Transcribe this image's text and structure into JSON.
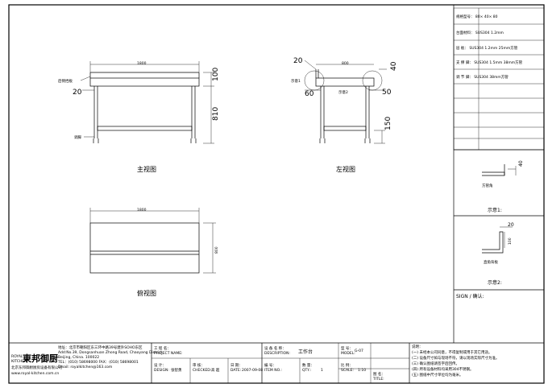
{
  "side_table": {
    "rows": [
      {
        "key": "r0",
        "text": "规格型号：   80×    40×    80"
      },
      {
        "key": "r1",
        "text": "台面材料：  SUS304 1.2mm"
      },
      {
        "key": "r2",
        "text": "层    板：  SUS304 1.2mm 25mm方管"
      },
      {
        "key": "r3",
        "text": "支 撑 脚：  SUS304 1.5mm 38mm方管"
      },
      {
        "key": "r4",
        "text": "调 节 脚：  SUS304  38mm方管"
      }
    ]
  },
  "views": {
    "front": {
      "title": "主视图",
      "label_backsplash": "后侧挡板",
      "label_foot": "调脚",
      "dim_width": "1800",
      "dim_20": "20",
      "dim_100": "100",
      "dim_810": "810"
    },
    "left": {
      "title": "左视图",
      "dim_top_20": "20",
      "dim_top": "800",
      "dim_40": "40",
      "dim_60": "60",
      "dim_50": "50",
      "dim_150": "150",
      "callout_1": "示意1",
      "callout_2": "示意2"
    },
    "top": {
      "title": "俯视图",
      "dim_width": "1800",
      "dim_depth": "800"
    }
  },
  "details": {
    "detail1": {
      "dim": "40",
      "caption": "方管角",
      "title": "示意1:"
    },
    "detail2": {
      "dim_20": "20",
      "dim_100": "100",
      "caption": "直角背板",
      "title": "示意2:"
    }
  },
  "sign": {
    "label": "SIGN / 确认:"
  },
  "title_block": {
    "logo_royal": "ROYAL",
    "logo_kitchen": "KITCHEN",
    "logo_cn": "東邦御厨",
    "company_cn": "北京东邦御厨厨房设备有限公司",
    "addr_line1": "地址：北京市朝阳区东三环中路39号建外SOHO东区",
    "addr_line2": "Add:No.39, Dongsanhuan Zhong Road, Chaoyang District",
    "addr_line3": "Beijing, China. 100022",
    "tel_line": "TEL：(010) 58698000  FAX：(010) 58698001",
    "email_line": "Email: royalkitchen@163.com",
    "web_line": "www.royal-kitchen.com.cn",
    "project_label": "工 程 名：",
    "project_en": "PROJECT NAME:",
    "design_label": "设 计：",
    "design_en": "DESIGN:",
    "design_value": "张智勇",
    "check_label": "审 核：",
    "check_en": "CHECKED:",
    "check_value": "高 超",
    "date_label": "日 期：",
    "date_en": "DATE:",
    "date_value": "2007-09-08",
    "desc_label": "设 备 名 称：",
    "desc_en": "DESCRIPTION:",
    "desc_value": "工作台",
    "item_label": "编 号：",
    "item_en": "ITEM NO.:",
    "qty_label": "数 量：",
    "qty_en": "QTY.:",
    "qty_value": "1",
    "scale_label": "比 例：",
    "scale_en": "SCALE:",
    "scale_value": "1:10",
    "model_label": "型 号：",
    "model_en": "MODEL:",
    "model_value": "G-07",
    "title_label": "图 名：",
    "title_en": "TITLE:",
    "notes_label": "说明：",
    "notes": [
      "(一) 未经本公司同意，不得复制或用于其它用途。",
      "(二) 设备尺寸如与现场不符，请以现场实际尺寸为准。",
      "(三) 确认图纸请签字后回传。",
      "(四) 所有设备材料均采用304不锈钢。",
      "(五) 图纸中尺寸单位均为毫米。"
    ]
  }
}
